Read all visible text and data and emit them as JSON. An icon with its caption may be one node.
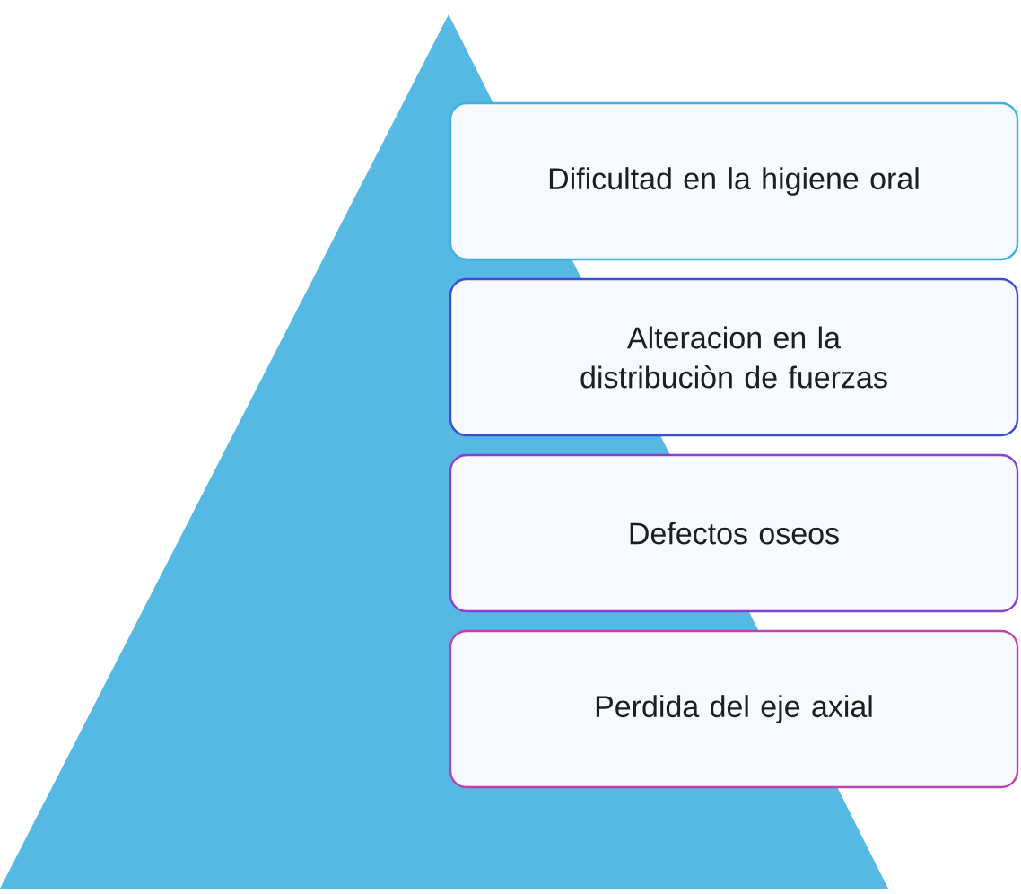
{
  "diagram": {
    "nodes": [
      {
        "text": [
          "Dificultad en la higiene oral"
        ]
      },
      {
        "text": [
          "Alteracion en la distribuciòn de fuerzas"
        ]
      },
      {
        "text": [
          "Defectos oseos"
        ]
      },
      {
        "text": [
          "Perdida del eje axial"
        ]
      }
    ]
  }
}
